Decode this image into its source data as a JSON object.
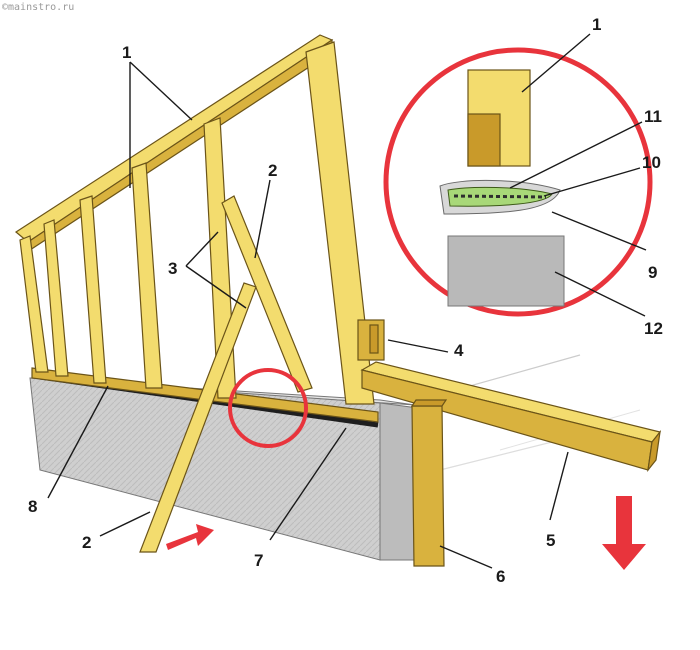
{
  "watermark": "©mainstro.ru",
  "labels": {
    "l1_main": "1",
    "l1_detail": "1",
    "l2_top": "2",
    "l2_bottom": "2",
    "l3": "3",
    "l4": "4",
    "l5": "5",
    "l6": "6",
    "l7": "7",
    "l8": "8",
    "l9": "9",
    "l10": "10",
    "l11": "11",
    "l12": "12"
  },
  "colors": {
    "wood": "#f3dc6e",
    "concrete": "#c9c9c9",
    "highlight_ring": "#e8343c",
    "arrow": "#e8343c"
  },
  "icons": {
    "push_arrow": "arrow-right-icon",
    "down_arrow": "arrow-down-icon"
  }
}
